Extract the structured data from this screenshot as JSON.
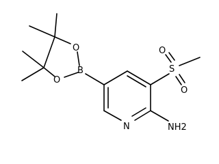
{
  "molecule": {
    "atoms": {
      "boron": "B",
      "oxygen_upper": "O",
      "oxygen_lower": "O",
      "sulfur": "S",
      "sulfonyl_oxygen_upper": "O",
      "sulfonyl_oxygen_lower": "O",
      "pyridine_nitrogen": "N",
      "amino_group": "NH2"
    }
  }
}
